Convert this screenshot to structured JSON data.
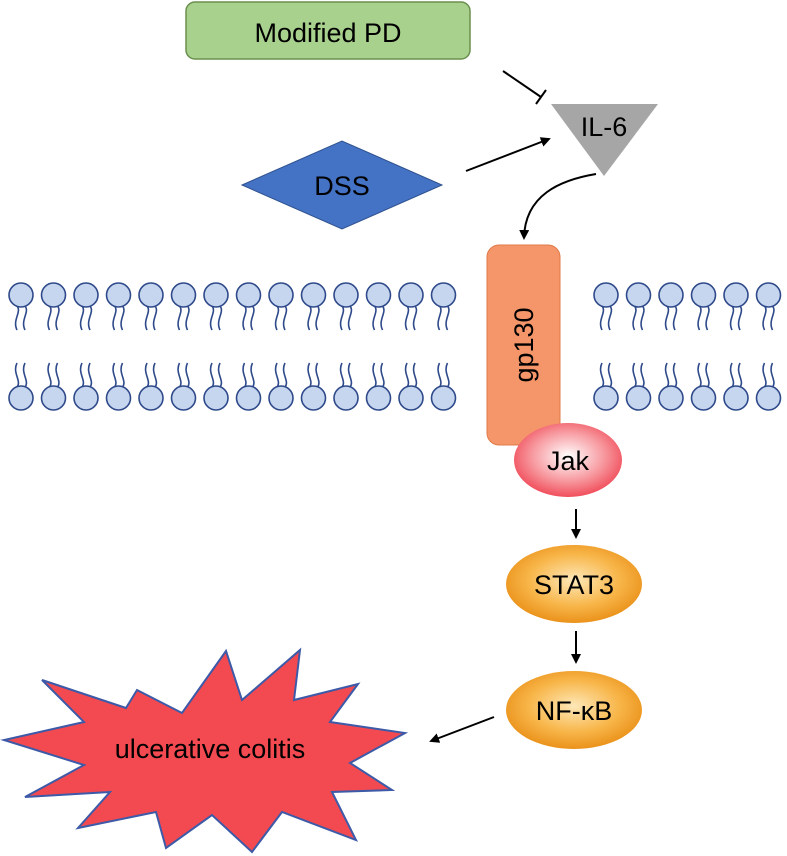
{
  "nodes": {
    "modified_pd": "Modified PD",
    "il6": "IL-6",
    "dss": "DSS",
    "gp130": "gp130",
    "jak": "Jak",
    "stat3": "STAT3",
    "nfkb": "NF-κB",
    "uc": "ulcerative colitis"
  },
  "colors": {
    "modified_pd_fill": "#a9d18e",
    "modified_pd_stroke": "#6a8f4e",
    "il6_fill": "#a6a6a6",
    "dss_fill": "#4472c4",
    "gp130_fill": "#f4956a",
    "jak_fill": "#f25f6b",
    "stat_fill": "#f5a623",
    "uc_fill": "#f24a50",
    "uc_stroke": "#3d5aa8",
    "lipid_head_fill": "#c7d6ef",
    "lipid_stroke": "#2f4a8a"
  },
  "edges": [
    {
      "from": "modified_pd",
      "to": "il6",
      "type": "inhibition"
    },
    {
      "from": "dss",
      "to": "il6",
      "type": "activation"
    },
    {
      "from": "il6",
      "to": "gp130",
      "type": "activation"
    },
    {
      "from": "jak",
      "to": "stat3",
      "type": "activation"
    },
    {
      "from": "stat3",
      "to": "nfkb",
      "type": "activation"
    },
    {
      "from": "nfkb",
      "to": "uc",
      "type": "activation"
    }
  ]
}
